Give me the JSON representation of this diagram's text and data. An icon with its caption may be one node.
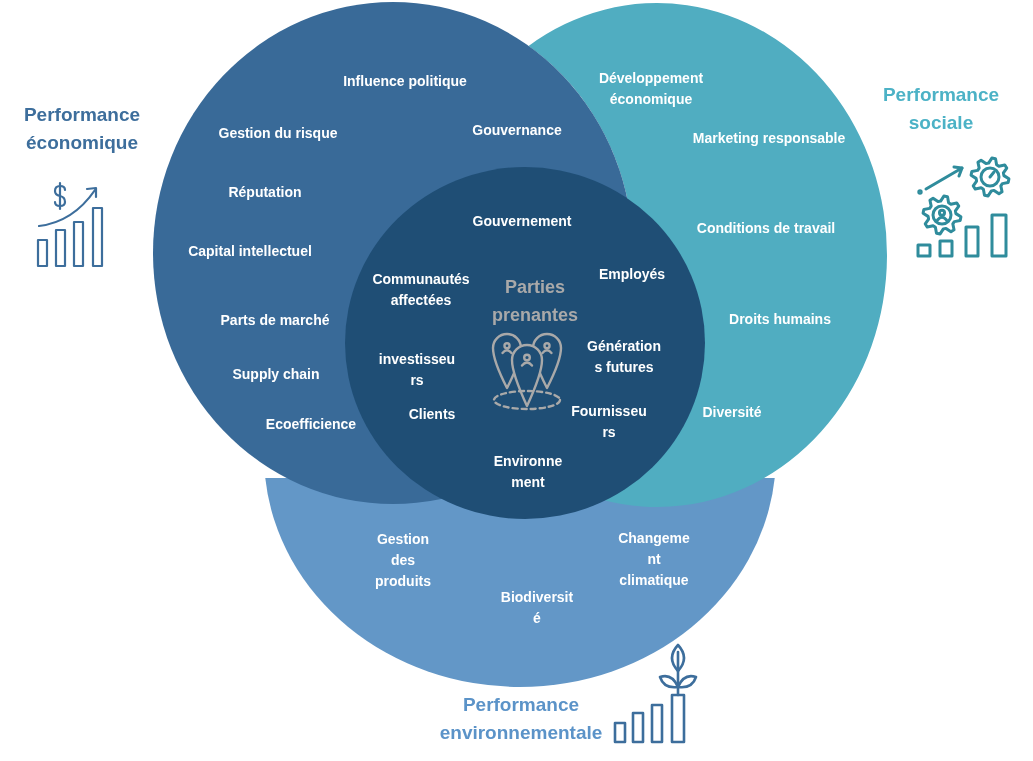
{
  "diagram": {
    "nodes": [
      {
        "text": [
          "Influence politique",
          "Performance économique",
          "Gestion du risque",
          "Gouvernance",
          "Réputation",
          "Capital intellectuel",
          "Parts de marché",
          "Supply chain",
          "Ecoefficience"
        ]
      },
      {
        "text": [
          "Développement économique",
          "Performance sociale",
          "Marketing responsable",
          "Conditions de travail",
          "Droits humains",
          "Diversité"
        ]
      },
      {
        "text": [
          "Gestion des produits",
          "Changeme nt climatique",
          "Biodiversit é",
          "Performance environnementale"
        ]
      },
      {
        "text": [
          "Gouvernement",
          "Communautés affectées",
          "Parties prenantes",
          "Employés",
          "investisseu rs",
          "Génération s futures",
          "Clients",
          "Fournisseu rs",
          "Environne ment"
        ]
      }
    ]
  }
}
